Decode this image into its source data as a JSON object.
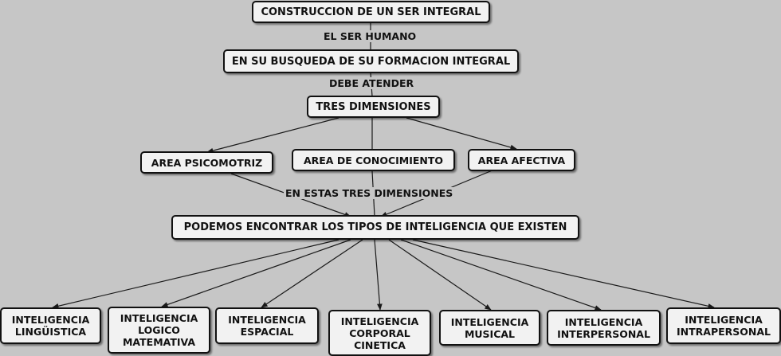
{
  "nodes": {
    "root": "CONSTRUCCION DE UN SER INTEGRAL",
    "search": "EN SU BUSQUEDA DE SU FORMACION INTEGRAL",
    "three_dimensions": "TRES DIMENSIONES",
    "area_psicomotriz": "AREA PSICOMOTRIZ",
    "area_conocimiento": "AREA DE CONOCIMIENTO",
    "area_afectiva": "AREA AFECTIVA",
    "intelligence_types": "PODEMOS ENCONTRAR LOS TIPOS DE INTELIGENCIA QUE EXISTEN",
    "ling": "INTELIGENCIA\nLINGÜISTICA",
    "logico": "INTELIGENCIA\nLOGICO\nMATEMATIVA",
    "espacial": "INTELIGENCIA\nESPACIAL",
    "corporal": "INTELIGENCIA\nCORPORAL\nCINETICA",
    "musical": "INTELIGENCIA\nMUSICAL",
    "interpersonal": "INTELIGENCIA\nINTERPERSONAL",
    "intrapersonal": "INTELIGENCIA\nINTRAPERSONAL"
  },
  "link_labels": {
    "el_ser_humano": "EL SER HUMANO",
    "debe_atender": "DEBE ATENDER",
    "en_estas": "EN ESTAS TRES DIMENSIONES"
  },
  "colors": {
    "background": "#c6c6c6",
    "node_fill": "#f2f2f2",
    "node_border": "#111111",
    "line": "#1a1a1a"
  }
}
